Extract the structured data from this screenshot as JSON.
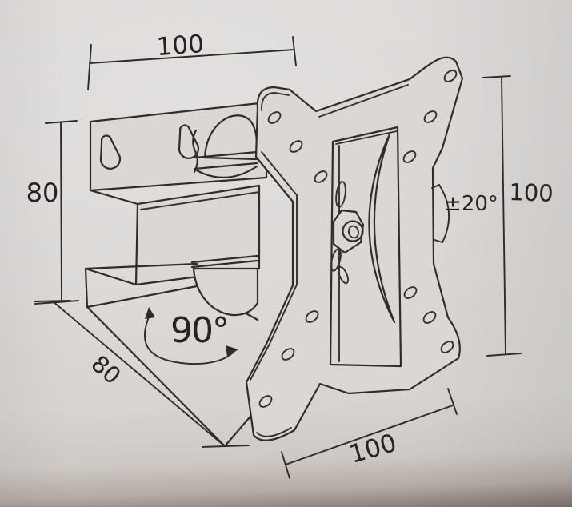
{
  "diagram": {
    "subject": "swivel-tilt-monitor-wall-mount-technical-drawing",
    "dims": {
      "top_width": "100",
      "left_height": "80",
      "depth": "80",
      "swivel": "90°",
      "tilt": "±20°",
      "right_height": "100",
      "bottom_width": "100"
    },
    "colors": {
      "paper": "#dad7d4",
      "ink": "#2f2c29",
      "shadow": "#7c746d"
    }
  }
}
